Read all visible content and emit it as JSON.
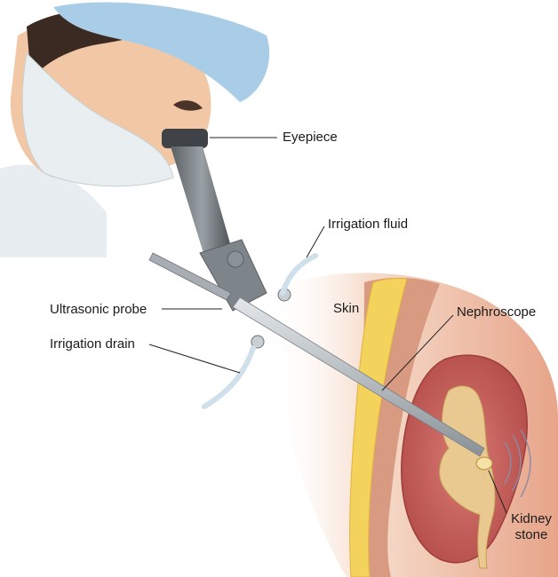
{
  "labels": {
    "eyepiece": "Eyepiece",
    "irrigation_fluid": "Irrigation fluid",
    "skin": "Skin",
    "nephroscope": "Nephroscope",
    "ultrasonic_probe": "Ultrasonic probe",
    "irrigation_drain": "Irrigation drain",
    "kidney_stone_line1": "Kidney",
    "kidney_stone_line2": "stone"
  },
  "colors": {
    "cap": "#a9cde6",
    "mask": "#e9eef0",
    "skin_tone": "#f2c7a5",
    "hair": "#3a2a22",
    "scope_dark": "#3f4347",
    "scope_mid": "#8a9095",
    "scope_light": "#c9cfd3",
    "tissue_outer": "#e3a58c",
    "fat_layer": "#f3d35c",
    "kidney": "#c85c58",
    "renal_pelvis": "#e9c98f",
    "tubing": "#cfe0ea",
    "leader_line": "#222222"
  }
}
